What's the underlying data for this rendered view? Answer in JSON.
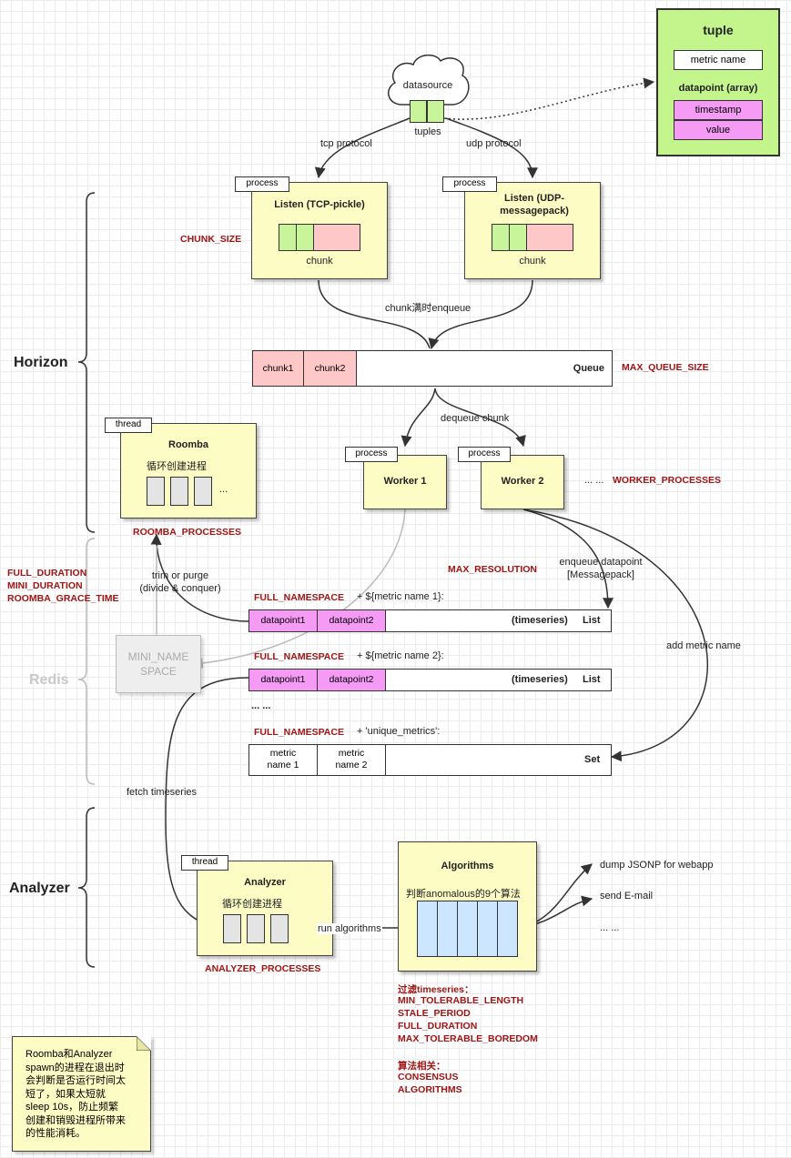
{
  "tuple": {
    "title": "tuple",
    "metric_name": "metric name",
    "datapoint_label": "datapoint (array)",
    "timestamp": "timestamp",
    "value": "value"
  },
  "datasource": {
    "label": "datasource",
    "tuples_label": "tuples"
  },
  "protocols": {
    "tcp": "tcp protocol",
    "udp": "udp protocol"
  },
  "listen_tcp": {
    "tab": "process",
    "title": "Listen (TCP-pickle)",
    "chunk": "chunk"
  },
  "listen_udp": {
    "tab": "process",
    "title": "Listen (UDP-messagepack)",
    "chunk": "chunk"
  },
  "chunk_size": "CHUNK_SIZE",
  "enqueue_label": "chunk满时enqueue",
  "queue": {
    "cell1": "chunk1",
    "cell2": "chunk2",
    "label": "Queue",
    "max": "MAX_QUEUE_SIZE"
  },
  "dequeue_label": "dequeue chunk",
  "sections": {
    "horizon": "Horizon",
    "redis": "Redis",
    "analyzer": "Analyzer"
  },
  "roomba": {
    "tab": "thread",
    "title": "Roomba",
    "subtitle": "循环创建进程",
    "ellipsis": "...",
    "processes": "ROOMBA_PROCESSES"
  },
  "worker1": {
    "tab": "process",
    "title": "Worker 1"
  },
  "worker2": {
    "tab": "process",
    "title": "Worker 2"
  },
  "worker_processes": {
    "ellipsis": "... ...",
    "label": "WORKER_PROCESSES"
  },
  "durations": [
    "FULL_DURATION",
    "MINI_DURATION",
    "ROOMBA_GRACE_TIME"
  ],
  "trim_label": [
    "trim or purge",
    "(divide & conquer)"
  ],
  "max_resolution": "MAX_RESOLUTION",
  "enqueue_datapoint": [
    "enqueue datapoint",
    "[Messagepack]"
  ],
  "add_metric_name": "add metric name",
  "mini_namespace": [
    "MINI_NAME",
    "SPACE"
  ],
  "key1": {
    "ns": "FULL_NAMESPACE",
    "rest": "+ ${metric name 1}:"
  },
  "key2": {
    "ns": "FULL_NAMESPACE",
    "rest": "+ ${metric name 2}:"
  },
  "key3": {
    "ns": "FULL_NAMESPACE",
    "rest": "+ 'unique_metrics':"
  },
  "list1": {
    "c1": "datapoint1",
    "c2": "datapoint2",
    "mid": "(timeseries)",
    "type": "List"
  },
  "list2": {
    "c1": "datapoint1",
    "c2": "datapoint2",
    "mid": "(timeseries)",
    "type": "List"
  },
  "lists_ellipsis": "... ...",
  "set": {
    "c1": [
      "metric",
      "name 1"
    ],
    "c2": [
      "metric",
      "name 2"
    ],
    "type": "Set"
  },
  "fetch_label": "fetch timeseries",
  "analyzer": {
    "tab": "thread",
    "title": "Analyzer",
    "subtitle": "循环创建进程",
    "processes": "ANALYZER_PROCESSES"
  },
  "run_label": "run algorithms",
  "algorithms": {
    "title": "Algorithms",
    "subtitle": "判断anomalous的9个算法"
  },
  "outputs": [
    "dump JSONP for webapp",
    "send E-mail",
    "... ..."
  ],
  "filter": {
    "heading": "过滤timeseries：",
    "items": [
      "MIN_TOLERABLE_LENGTH",
      "STALE_PERIOD",
      "FULL_DURATION",
      "MAX_TOLERABLE_BOREDOM"
    ]
  },
  "algo_related": {
    "heading": "算法相关：",
    "items": [
      "CONSENSUS",
      "ALGORITHMS"
    ]
  },
  "note": [
    "Roomba和Analyzer",
    "spawn的进程在退出时",
    "会判断是否运行时间太",
    "短了，如果太短就",
    "sleep 10s，防止频繁",
    "创建和销毁进程所带来",
    "的性能消耗。"
  ]
}
